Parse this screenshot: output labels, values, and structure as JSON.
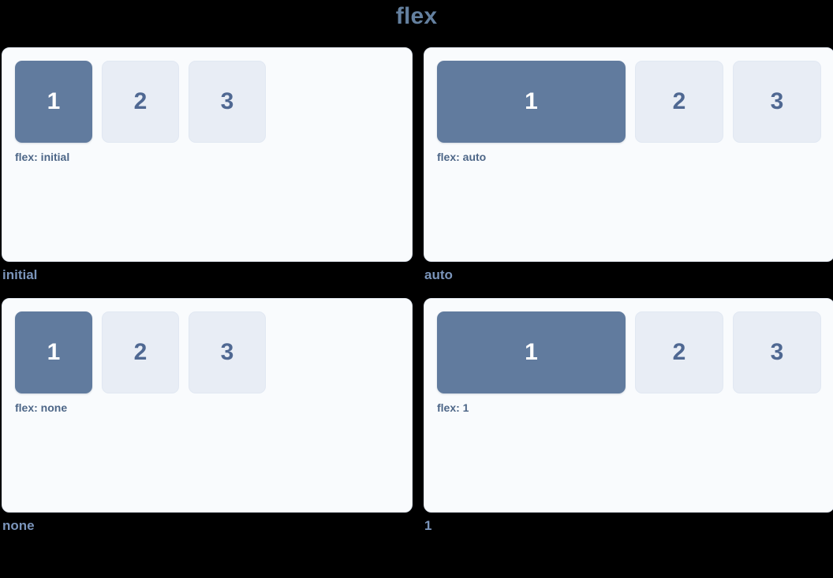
{
  "title": "flex",
  "theme": {
    "background": "#000000",
    "panel_bg": "#f9fbfd",
    "panel_border": "#e4eaf3",
    "primary_box": "#617b9e",
    "primary_box_text": "#ffffff",
    "muted_box": "#e8edf5",
    "muted_box_text": "#4f6892",
    "note_text": "#4d6687",
    "cell_label_text": "#7b95bb",
    "title_text": "#64809f"
  },
  "demos": [
    {
      "mode": "initial",
      "note": "flex: initial",
      "label": "initial",
      "boxes": [
        "1",
        "2",
        "3"
      ]
    },
    {
      "mode": "auto",
      "note": "flex: auto",
      "label": "auto",
      "boxes": [
        "1",
        "2",
        "3"
      ]
    },
    {
      "mode": "none",
      "note": "flex: none",
      "label": "none",
      "boxes": [
        "1",
        "2",
        "3"
      ]
    },
    {
      "mode": "one",
      "note": "flex: 1",
      "label": "1",
      "boxes": [
        "1",
        "2",
        "3"
      ]
    }
  ]
}
